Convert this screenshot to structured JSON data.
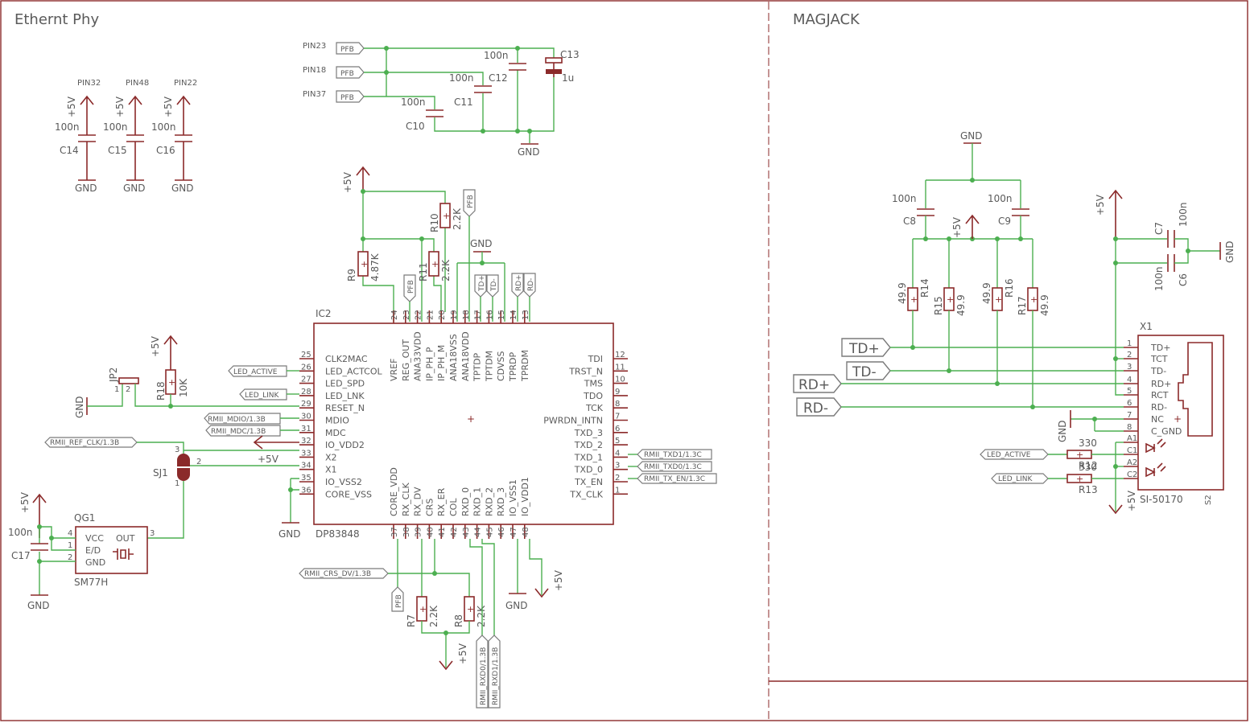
{
  "sheet": {
    "left_title": "Ethernt Phy",
    "right_title": "MAGJACK"
  },
  "power": {
    "vcc": "+5V",
    "gnd": "GND"
  },
  "decoupling": [
    {
      "pin": "PIN32",
      "ref": "C14",
      "value": "100n"
    },
    {
      "pin": "PIN48",
      "ref": "C15",
      "value": "100n"
    },
    {
      "pin": "PIN22",
      "ref": "C16",
      "value": "100n"
    }
  ],
  "pfb_network": {
    "pins": [
      "PIN23",
      "PIN18",
      "PIN37"
    ],
    "flag": "PFB",
    "caps": [
      {
        "ref": "C10",
        "value": "100n"
      },
      {
        "ref": "C11",
        "value": "100n"
      },
      {
        "ref": "C12",
        "value": "100n"
      },
      {
        "ref": "C13",
        "value": "1u"
      }
    ]
  },
  "ic2": {
    "ref": "IC2",
    "part": "DP83848",
    "left_pins": [
      {
        "num": "25",
        "name": "CLK2MAC"
      },
      {
        "num": "26",
        "name": "LED_ACTCOL"
      },
      {
        "num": "27",
        "name": "LED_SPD"
      },
      {
        "num": "28",
        "name": "LED_LNK"
      },
      {
        "num": "29",
        "name": "RESET_N"
      },
      {
        "num": "30",
        "name": "MDIO"
      },
      {
        "num": "31",
        "name": "MDC"
      },
      {
        "num": "32",
        "name": "IO_VDD2"
      },
      {
        "num": "33",
        "name": "X2"
      },
      {
        "num": "34",
        "name": "X1"
      },
      {
        "num": "35",
        "name": "IO_VSS2"
      },
      {
        "num": "36",
        "name": "CORE_VSS"
      }
    ],
    "right_pins": [
      {
        "num": "12",
        "name": "TDI"
      },
      {
        "num": "11",
        "name": "TRST_N"
      },
      {
        "num": "10",
        "name": "TMS"
      },
      {
        "num": "9",
        "name": "TDO"
      },
      {
        "num": "8",
        "name": "TCK"
      },
      {
        "num": "7",
        "name": "PWRDN_INTN"
      },
      {
        "num": "6",
        "name": "TXD_3"
      },
      {
        "num": "5",
        "name": "TXD_2"
      },
      {
        "num": "4",
        "name": "TXD_1"
      },
      {
        "num": "3",
        "name": "TXD_0"
      },
      {
        "num": "2",
        "name": "TX_EN"
      },
      {
        "num": "1",
        "name": "TX_CLK"
      }
    ],
    "top_pins": [
      {
        "num": "24",
        "name": "VREF"
      },
      {
        "num": "23",
        "name": "REG_OUT"
      },
      {
        "num": "22",
        "name": "ANA33VDD"
      },
      {
        "num": "21",
        "name": "IP_PH_P"
      },
      {
        "num": "20",
        "name": "IP_PH_M"
      },
      {
        "num": "19",
        "name": "ANA18VSS"
      },
      {
        "num": "18",
        "name": "ANA18VDD"
      },
      {
        "num": "17",
        "name": "TPTDP"
      },
      {
        "num": "16",
        "name": "TPTDM"
      },
      {
        "num": "15",
        "name": "CDVSS"
      },
      {
        "num": "14",
        "name": "TPRDP"
      },
      {
        "num": "13",
        "name": "TPRDM"
      }
    ],
    "bottom_pins": [
      {
        "num": "37",
        "name": "CORE_VDD"
      },
      {
        "num": "38",
        "name": "RX_CLK"
      },
      {
        "num": "39",
        "name": "RX_DV"
      },
      {
        "num": "40",
        "name": "CRS"
      },
      {
        "num": "41",
        "name": "RX_ER"
      },
      {
        "num": "42",
        "name": "COL"
      },
      {
        "num": "43",
        "name": "RXD_0"
      },
      {
        "num": "44",
        "name": "RXD_1"
      },
      {
        "num": "45",
        "name": "RXD_2"
      },
      {
        "num": "46",
        "name": "RXD_3"
      },
      {
        "num": "47",
        "name": "IO_VSS1"
      },
      {
        "num": "48",
        "name": "IO_VDD1"
      }
    ]
  },
  "resistors": {
    "R7": {
      "ref": "R7",
      "value": "2.2K"
    },
    "R8": {
      "ref": "R8",
      "value": "2.2K"
    },
    "R9": {
      "ref": "R9",
      "value": "4.87K"
    },
    "R10": {
      "ref": "R10",
      "value": "2.2K"
    },
    "R11": {
      "ref": "R11",
      "value": "2.2K"
    },
    "R12": {
      "ref": "R12",
      "value": "330"
    },
    "R13": {
      "ref": "R13",
      "value": "330"
    },
    "R14": {
      "ref": "R14",
      "value": "49.9"
    },
    "R15": {
      "ref": "R15",
      "value": "49.9"
    },
    "R16": {
      "ref": "R16",
      "value": "49.9"
    },
    "R17": {
      "ref": "R17",
      "value": "49.9"
    },
    "R18": {
      "ref": "R18",
      "value": "10K"
    }
  },
  "top_flags": {
    "pfb": "PFB",
    "td_plus": "TD+",
    "td_minus": "TD-",
    "rd_plus": "RD+",
    "rd_minus": "RD-"
  },
  "nets": {
    "led_active": "LED_ACTIVE",
    "led_link": "LED_LINK",
    "rmii_mdio": "RMII_MDIO/1.3B",
    "rmii_mdc": "RMII_MDC/1.3B",
    "rmii_ref_clk": "RMII_REF_CLK/1.3B",
    "rmii_txd1": "RMII_TXD1/1.3C",
    "rmii_txd0": "RMII_TXD0/1.3C",
    "rmii_tx_en": "RMII_TX_EN/1.3C",
    "rmii_crs_dv": "RMII_CRS_DV/1.3B",
    "rmii_rxd0": "RMII_RXD0/1.3B",
    "rmii_rxd1": "RMII_RXD1/1.3B"
  },
  "jumpers": {
    "jp2": "JP2",
    "sj1": "SJ1",
    "jp2_pins": [
      "1",
      "2"
    ],
    "sj1_pins": [
      "1",
      "2",
      "3"
    ]
  },
  "oscillator": {
    "ref": "QG1",
    "part": "SM77H",
    "pins": [
      {
        "num": "4",
        "name": "VCC"
      },
      {
        "num": "1",
        "name": "E/D"
      },
      {
        "num": "2",
        "name": "GND"
      },
      {
        "num": "3",
        "name": "OUT"
      }
    ],
    "cap": {
      "ref": "C17",
      "value": "100n"
    }
  },
  "magjack": {
    "ref": "X1",
    "part": "SI-50170",
    "extra_label": "S2",
    "caps": [
      {
        "ref": "C6",
        "value": "100n"
      },
      {
        "ref": "C7",
        "value": "100n"
      },
      {
        "ref": "C8",
        "value": "100n"
      },
      {
        "ref": "C9",
        "value": "100n"
      }
    ],
    "pins": [
      {
        "num": "1",
        "name": "TD+"
      },
      {
        "num": "2",
        "name": "TCT"
      },
      {
        "num": "3",
        "name": "TD-"
      },
      {
        "num": "4",
        "name": "RD+"
      },
      {
        "num": "5",
        "name": "RCT"
      },
      {
        "num": "6",
        "name": "RD-"
      },
      {
        "num": "7",
        "name": "NC"
      },
      {
        "num": "8",
        "name": "C_GND"
      },
      {
        "num": "A1",
        "name": ""
      },
      {
        "num": "C1",
        "name": ""
      },
      {
        "num": "A2",
        "name": ""
      },
      {
        "num": "C2",
        "name": ""
      }
    ],
    "flags": {
      "td_plus": "TD+",
      "td_minus": "TD-",
      "rd_plus": "RD+",
      "rd_minus": "RD-"
    }
  }
}
